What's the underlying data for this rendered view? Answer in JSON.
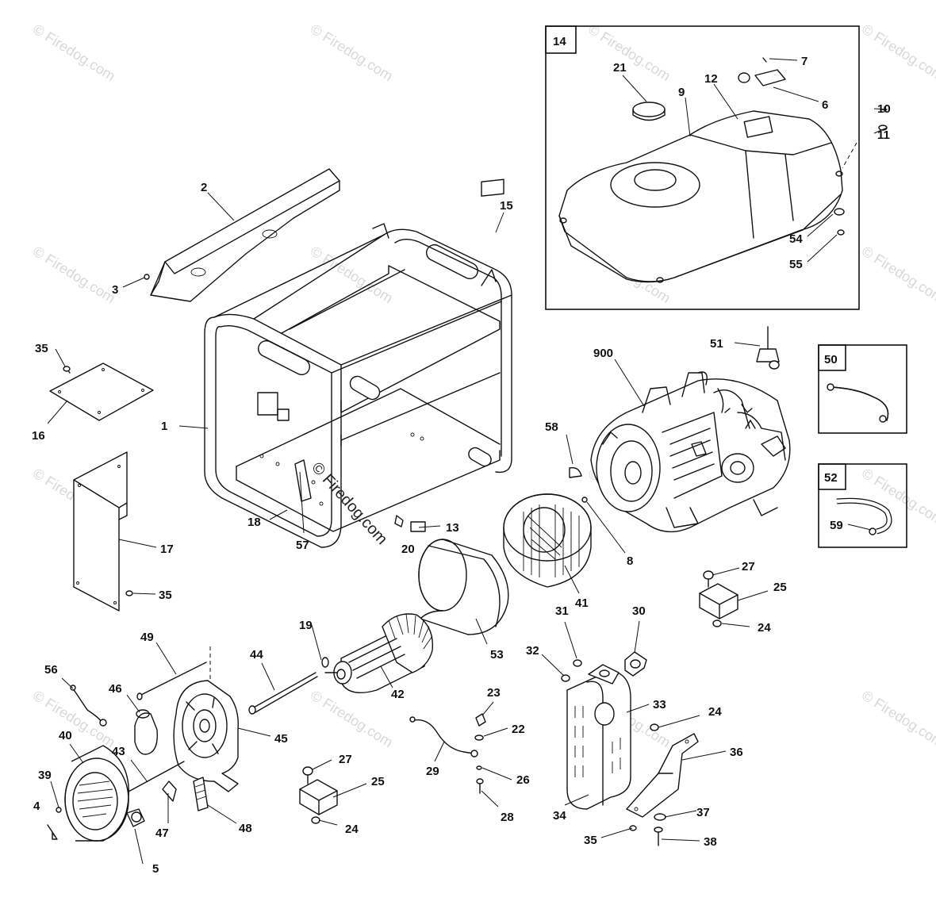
{
  "watermark": {
    "text": "© Firedog.com",
    "center_text": "© Firedog.com"
  },
  "boxes": {
    "fuel_tank": "14",
    "hose_a": "50",
    "hose_b": "52"
  },
  "callouts": [
    {
      "id": "c1",
      "text": "1"
    },
    {
      "id": "c2",
      "text": "2"
    },
    {
      "id": "c3",
      "text": "3"
    },
    {
      "id": "c4",
      "text": "4"
    },
    {
      "id": "c5",
      "text": "5"
    },
    {
      "id": "c6",
      "text": "6"
    },
    {
      "id": "c7",
      "text": "7"
    },
    {
      "id": "c8",
      "text": "8"
    },
    {
      "id": "c9",
      "text": "9"
    },
    {
      "id": "c10",
      "text": "10"
    },
    {
      "id": "c11",
      "text": "11"
    },
    {
      "id": "c12",
      "text": "12"
    },
    {
      "id": "c13",
      "text": "13"
    },
    {
      "id": "c15",
      "text": "15"
    },
    {
      "id": "c16",
      "text": "16"
    },
    {
      "id": "c17",
      "text": "17"
    },
    {
      "id": "c18",
      "text": "18"
    },
    {
      "id": "c19",
      "text": "19"
    },
    {
      "id": "c20",
      "text": "20"
    },
    {
      "id": "c21",
      "text": "21"
    },
    {
      "id": "c22",
      "text": "22"
    },
    {
      "id": "c23",
      "text": "23"
    },
    {
      "id": "c24a",
      "text": "24"
    },
    {
      "id": "c24b",
      "text": "24"
    },
    {
      "id": "c24c",
      "text": "24"
    },
    {
      "id": "c25a",
      "text": "25"
    },
    {
      "id": "c25b",
      "text": "25"
    },
    {
      "id": "c26",
      "text": "26"
    },
    {
      "id": "c27a",
      "text": "27"
    },
    {
      "id": "c27b",
      "text": "27"
    },
    {
      "id": "c28",
      "text": "28"
    },
    {
      "id": "c29",
      "text": "29"
    },
    {
      "id": "c30",
      "text": "30"
    },
    {
      "id": "c31",
      "text": "31"
    },
    {
      "id": "c32",
      "text": "32"
    },
    {
      "id": "c33",
      "text": "33"
    },
    {
      "id": "c34",
      "text": "34"
    },
    {
      "id": "c35a",
      "text": "35"
    },
    {
      "id": "c35b",
      "text": "35"
    },
    {
      "id": "c35c",
      "text": "35"
    },
    {
      "id": "c36",
      "text": "36"
    },
    {
      "id": "c37",
      "text": "37"
    },
    {
      "id": "c38",
      "text": "38"
    },
    {
      "id": "c39",
      "text": "39"
    },
    {
      "id": "c40",
      "text": "40"
    },
    {
      "id": "c41",
      "text": "41"
    },
    {
      "id": "c42",
      "text": "42"
    },
    {
      "id": "c43",
      "text": "43"
    },
    {
      "id": "c44",
      "text": "44"
    },
    {
      "id": "c45",
      "text": "45"
    },
    {
      "id": "c46",
      "text": "46"
    },
    {
      "id": "c47",
      "text": "47"
    },
    {
      "id": "c48",
      "text": "48"
    },
    {
      "id": "c49",
      "text": "49"
    },
    {
      "id": "c51",
      "text": "51"
    },
    {
      "id": "c53",
      "text": "53"
    },
    {
      "id": "c54",
      "text": "54"
    },
    {
      "id": "c55",
      "text": "55"
    },
    {
      "id": "c56",
      "text": "56"
    },
    {
      "id": "c57",
      "text": "57"
    },
    {
      "id": "c58",
      "text": "58"
    },
    {
      "id": "c59",
      "text": "59"
    },
    {
      "id": "c900",
      "text": "900"
    }
  ]
}
